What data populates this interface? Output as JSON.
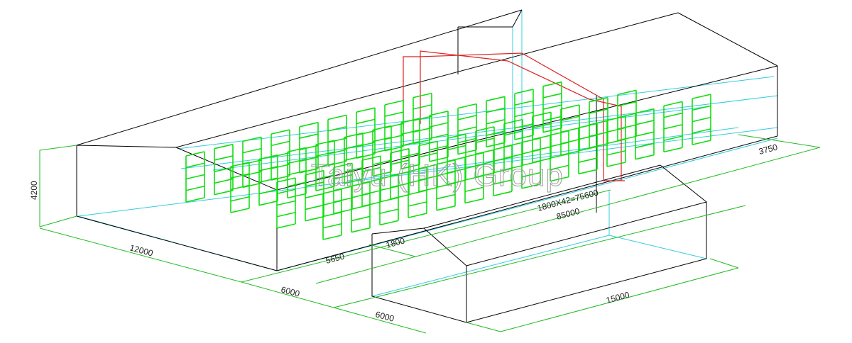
{
  "colors": {
    "building": "#000000",
    "dimension": "#22bb22",
    "cage": "#11dd11",
    "grid": "#33ccdd",
    "pipe": "#dd2222"
  },
  "watermark": "Taiyu (HK) Group",
  "dimensions": {
    "house_height": "4200",
    "house_width": "12000",
    "aisle_1": "6000",
    "aisle_2": "6000",
    "front_gap": "5650",
    "cage_spacing": "1800",
    "cage_run": "1800X42=75600",
    "house_length": "85000",
    "end_gap": "3750",
    "annex_length": "15000"
  }
}
